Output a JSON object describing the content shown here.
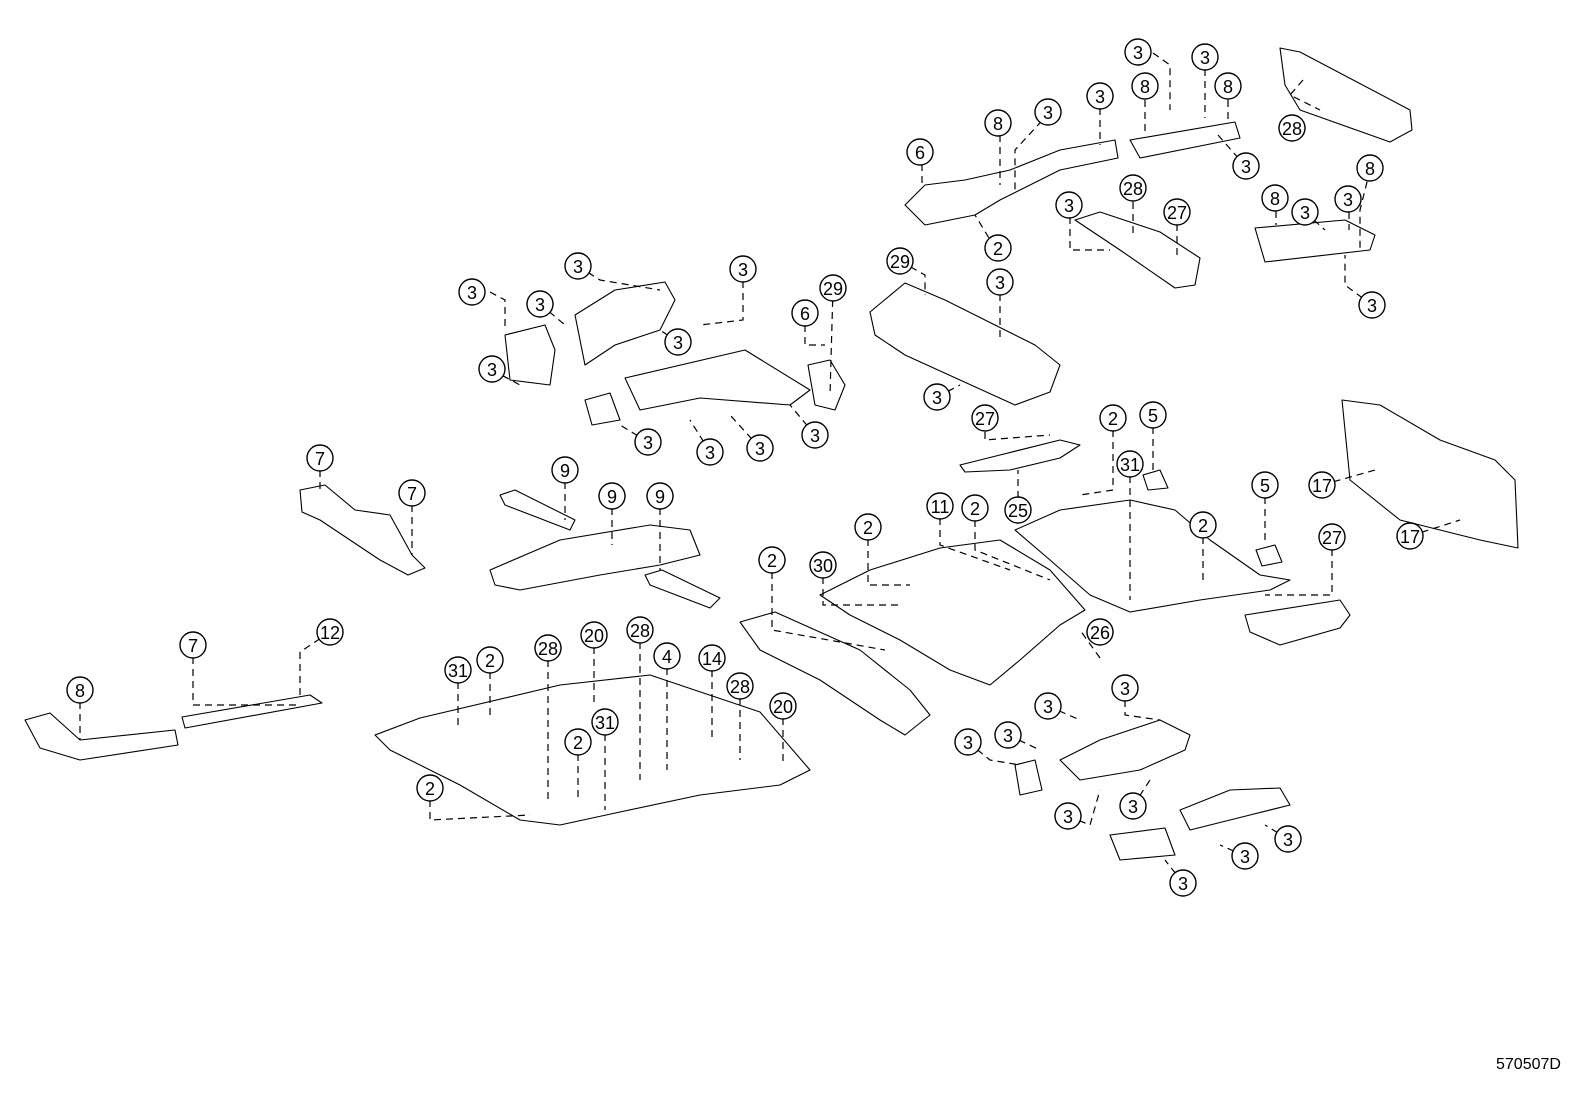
{
  "diagram_code": "570507D",
  "callout_labels": [
    "2",
    "3",
    "4",
    "5",
    "6",
    "7",
    "8",
    "9",
    "11",
    "12",
    "14",
    "17",
    "20",
    "25",
    "26",
    "27",
    "28",
    "29",
    "30",
    "31"
  ]
}
